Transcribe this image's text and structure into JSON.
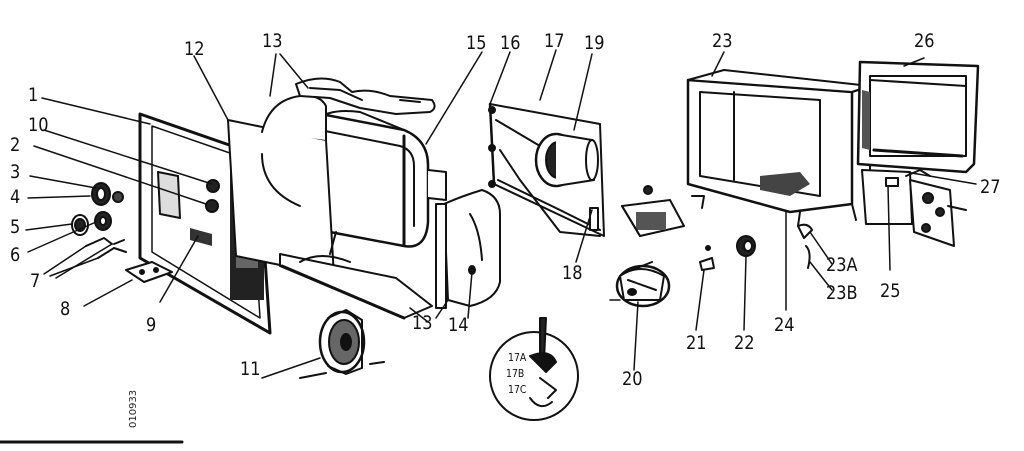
{
  "diagram": {
    "part_labels": [
      "1",
      "2",
      "3",
      "4",
      "5",
      "6",
      "7",
      "8",
      "9",
      "10",
      "11",
      "12",
      "13",
      "13",
      "14",
      "15",
      "16",
      "17",
      "17A",
      "17B",
      "17C",
      "18",
      "19",
      "20",
      "21",
      "22",
      "23",
      "23A",
      "23B",
      "24",
      "25",
      "26",
      "27"
    ],
    "drawing_code": "010933"
  }
}
